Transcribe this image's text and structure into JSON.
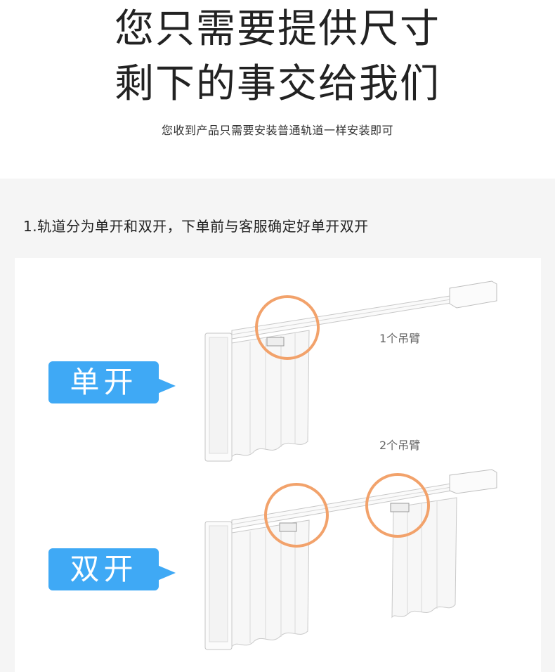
{
  "header": {
    "line1": "您只需要提供尺寸",
    "line2": "剩下的事交给我们",
    "subtitle": "您收到产品只需要安装普通轨道一样安装即可"
  },
  "section": {
    "title": "1.轨道分为单开和双开，下单前与客服确定好单开双开"
  },
  "tags": {
    "single": "单开",
    "double": "双开"
  },
  "callouts": {
    "single_arms": "1个吊臂",
    "double_arms": "2个吊臂"
  },
  "colors": {
    "tag_blue": "#3fa9f5",
    "circle_orange": "#f2a26b",
    "panel_bg": "#ffffff",
    "section_bg": "#f5f5f5"
  }
}
